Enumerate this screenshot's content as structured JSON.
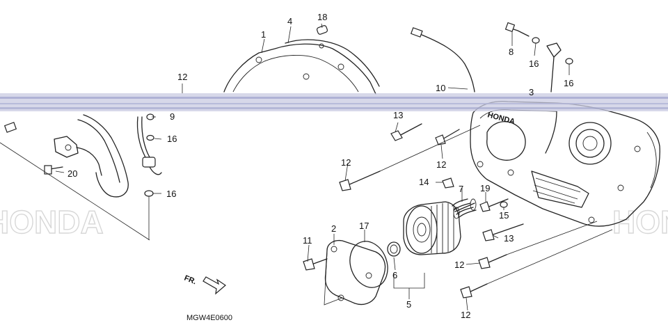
{
  "diagram": {
    "code": "MGW4E0600",
    "front_mark": "FR.",
    "cover_brand": "HONDA",
    "watermark": "HONDA",
    "callouts": [
      {
        "id": "c1",
        "label": "1"
      },
      {
        "id": "c2",
        "label": "2"
      },
      {
        "id": "c3",
        "label": "3"
      },
      {
        "id": "c4",
        "label": "4"
      },
      {
        "id": "c5",
        "label": "5"
      },
      {
        "id": "c6",
        "label": "6"
      },
      {
        "id": "c7",
        "label": "7"
      },
      {
        "id": "c8",
        "label": "8"
      },
      {
        "id": "c9",
        "label": "9"
      },
      {
        "id": "c10",
        "label": "10"
      },
      {
        "id": "c11",
        "label": "11"
      },
      {
        "id": "c12a",
        "label": "12"
      },
      {
        "id": "c12b",
        "label": "12"
      },
      {
        "id": "c12c",
        "label": "12"
      },
      {
        "id": "c12d",
        "label": "12"
      },
      {
        "id": "c12e",
        "label": "12"
      },
      {
        "id": "c13a",
        "label": "13"
      },
      {
        "id": "c13b",
        "label": "13"
      },
      {
        "id": "c14",
        "label": "14"
      },
      {
        "id": "c15",
        "label": "15"
      },
      {
        "id": "c16a",
        "label": "16"
      },
      {
        "id": "c16b",
        "label": "16"
      },
      {
        "id": "c16c",
        "label": "16"
      },
      {
        "id": "c16d",
        "label": "16"
      },
      {
        "id": "c17",
        "label": "17"
      },
      {
        "id": "c18",
        "label": "18"
      },
      {
        "id": "c19",
        "label": "19"
      },
      {
        "id": "c20",
        "label": "20"
      }
    ]
  }
}
